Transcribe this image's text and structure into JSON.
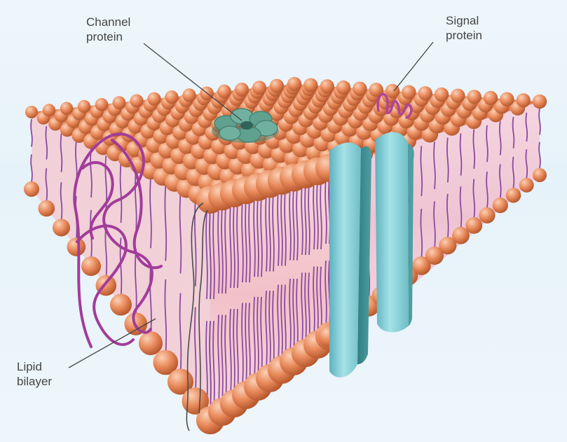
{
  "diagram": {
    "labels": {
      "channel_protein": {
        "line1": "Channel",
        "line2": "protein"
      },
      "signal_protein": {
        "line1": "Signal",
        "line2": "protein"
      },
      "lipid_bilayer": {
        "line1": "Lipid",
        "line2": "bilayer"
      }
    },
    "colors": {
      "background": "#e6f2f9",
      "lipid_head": "#e8895a",
      "lipid_tail": "#8a4aa0",
      "interior": "#f3c9cf",
      "channel_protein": "#5fa08f",
      "transmembrane_protein": "#86cfd6",
      "glycoprotein_chain": "#a23c9a",
      "leader_line": "#454545"
    }
  }
}
